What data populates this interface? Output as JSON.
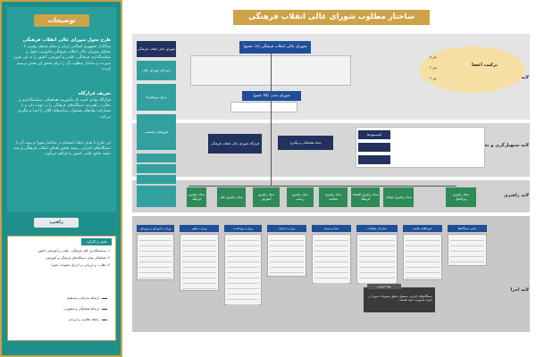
{
  "sidebar": {
    "title": "توضیحات",
    "section1_heading": "طرح تحول شورای عالی انقلاب فرهنگی",
    "section1_text": "بنیانگذار جمهوری اسلامی ایران و مقام معظم رهبری با تشکیل شورای عالی انقلاب فرهنگی مأموریت تحول و سیاستگذاری فرهنگی، علمی و آموزشی کشور را به این شورا سپردند و ساختار مطلوب آن را برای تحقق این هدف ترسیم کردند.",
    "section2_heading": "تعریف قرارگاه",
    "section2_text": "قرارگاه نهادی است که مأموریت هماهنگی، سیاستگذاری و نظارت راهبردی دستگاه‌های فرهنگی را بر عهده دارد و با مشارکت نهادهای مسئول، برنامه‌های کلان را اجرا و پیگیری می‌کند.",
    "section3_text": "این طرح با هدف ایجاد انسجام در ساختار شورا و پیوند آن با دستگاه‌های اجرایی، زمینه تحقق اهداف انقلاب فرهنگی و سند نقشه جامع علمی کشور را فراهم می‌آورد.",
    "pill": "راهبرد",
    "bottom_head": "نقش و کارکرد",
    "bottom_lines": [
      "۱- سیاستگذاری کلان فرهنگی، علمی و آموزشی کشور",
      "۲- هماهنگی میان دستگاه‌های فرهنگی و آموزشی",
      "۳- نظارت و ارزیابی بر اجرای مصوبات شورا"
    ],
    "legend": [
      "ارتباط سازمانی مستقیم",
      "ارتباط هماهنگی و مشورتی",
      "رابطه نظارتی و ارزیابی"
    ]
  },
  "main": {
    "title": "ساختار مطلوب شورای عالی انقلاب فرهنگی",
    "top_box": "شورای عالی انقلاب فرهنگی (۱۸ عضو)",
    "ellipse_label": "ترکیب اعضا",
    "ellipse_lines": [
      "۵ نفر",
      "۴ نفر",
      "۹ نفر"
    ],
    "council_box": "شورای مدنی (۷۵ عضو)",
    "bands": [
      {
        "label": "لایه سیاست‌گذاری"
      },
      {
        "label": "لایه تسهیل‌گری و نظارت"
      },
      {
        "label": "لایه راهبری"
      },
      {
        "label": "لایه اجرا"
      }
    ],
    "left_column": [
      "شورای عالی انقلاب فرهنگی",
      "دبیرخانه شورای عالی",
      "مرکز پژوهش‌ها",
      "شوراهای تخصصی"
    ],
    "layer2_boxes": [
      "قرارگاه شورای عالی انقلاب فرهنگی",
      "ستاد هماهنگی و پیگیری",
      "کمیسیون‌ها"
    ],
    "layer3_boxes": [
      "ستاد راهبری فرهنگ",
      "ستاد راهبری علم",
      "ستاد راهبری آموزش",
      "ستاد راهبری رسانه",
      "ستاد راهبری سلامت",
      "ستاد راهبری اقتصاد فرهنگ",
      "ستاد راهبری جوانان",
      "ستاد راهبری بین‌الملل"
    ],
    "pay_heads": [
      "وزارت آموزش و پرورش",
      "وزارت علوم",
      "وزارت بهداشت",
      "وزارت ارشاد",
      "صدا و سیما",
      "سازمان تبلیغات",
      "حوزه‌های علمیه",
      "سایر دستگاه‌ها"
    ],
    "note_head": "نهاد اجرایی",
    "note_text": "دستگاه‌های اجرایی مسئول تحقق مصوبات شورا در حوزه مأموریت خود هستند."
  }
}
